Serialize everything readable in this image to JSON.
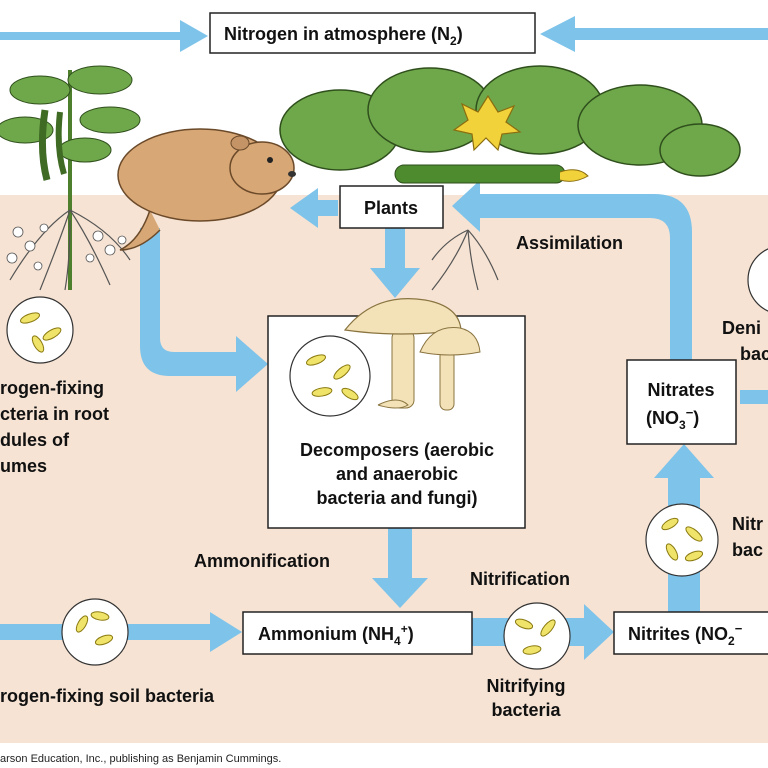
{
  "boxes": {
    "atmosphere": {
      "text": "Nitrogen in atmosphere (N",
      "sub": "2",
      "close": ")"
    },
    "plants": "Plants",
    "decomposers": [
      "Decomposers (aerobic",
      "and anaerobic",
      "bacteria and fungi)"
    ],
    "nitrates": {
      "line1": "Nitrates",
      "line2_pre": "(NO",
      "line2_sub": "3",
      "line2_sup": "−",
      "line2_post": ")"
    },
    "ammonium": {
      "pre": "Ammonium (NH",
      "sub": "4",
      "sup": "+",
      "post": ")"
    },
    "nitrites": {
      "pre": "Nitrites (NO",
      "sub": "2",
      "post": "−"
    }
  },
  "labels": {
    "assimilation": "Assimilation",
    "ammonification": "Ammonification",
    "nitrification": "Nitrification",
    "nitrifying_bacteria": [
      "Nitrifying",
      "bacteria"
    ],
    "root_bacteria": [
      "rogen-fixing",
      "cteria in root",
      "dules of",
      "umes"
    ],
    "soil_bacteria": "rogen-fixing soil bacteria",
    "denitrifying_bacteria": [
      "Deni",
      "bac"
    ],
    "nitrifying_right": [
      "Nitr",
      "bac"
    ]
  },
  "credit": "arson Education, Inc., publishing as Benjamin Cummings.",
  "colors": {
    "arrow": "#7ec3ea",
    "soil": "#f6e3d3",
    "leaf": "#6fa84a",
    "fungus": "#f3e2b8",
    "bacteria": "#f0e36a",
    "animal": "#d8a776"
  }
}
